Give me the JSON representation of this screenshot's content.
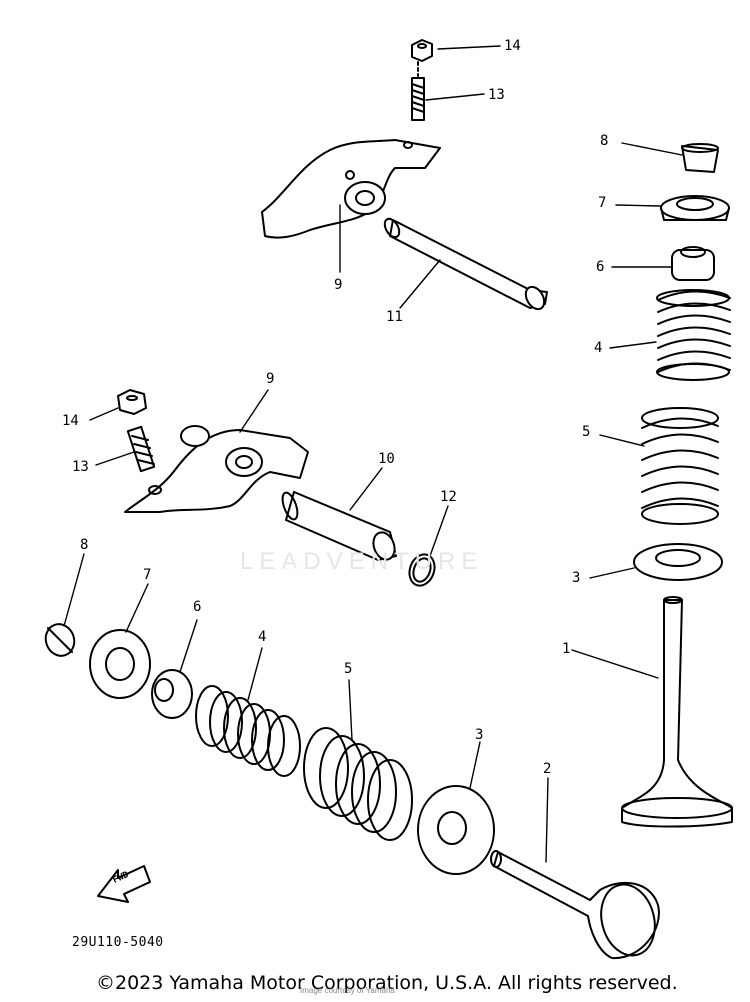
{
  "diagram": {
    "callouts": {
      "upper_nut": "14",
      "upper_adjuster": "13",
      "upper_rocker_arm": "9",
      "upper_shaft": "11",
      "right_collet": "8",
      "right_retainer": "7",
      "right_seal": "6",
      "right_inner_spring": "4",
      "right_outer_spring": "5",
      "right_seat": "3",
      "right_valve": "1",
      "lower_rocker_arm": "9",
      "lower_nut": "14",
      "lower_adjuster": "13",
      "lower_shaft": "10",
      "oring": "12",
      "left_collet": "8",
      "left_retainer": "7",
      "left_seal": "6",
      "left_inner_spring": "4",
      "left_outer_spring": "5",
      "left_seat": "3",
      "left_valve": "2"
    },
    "fwd_label": "FWD",
    "drawing_code": "29U110-5040"
  },
  "watermark": "LEADVENTURE",
  "source_note": "Image courtesy of Yamaha",
  "copyright": "©2023 Yamaha Motor Corporation, U.S.A. All rights reserved."
}
